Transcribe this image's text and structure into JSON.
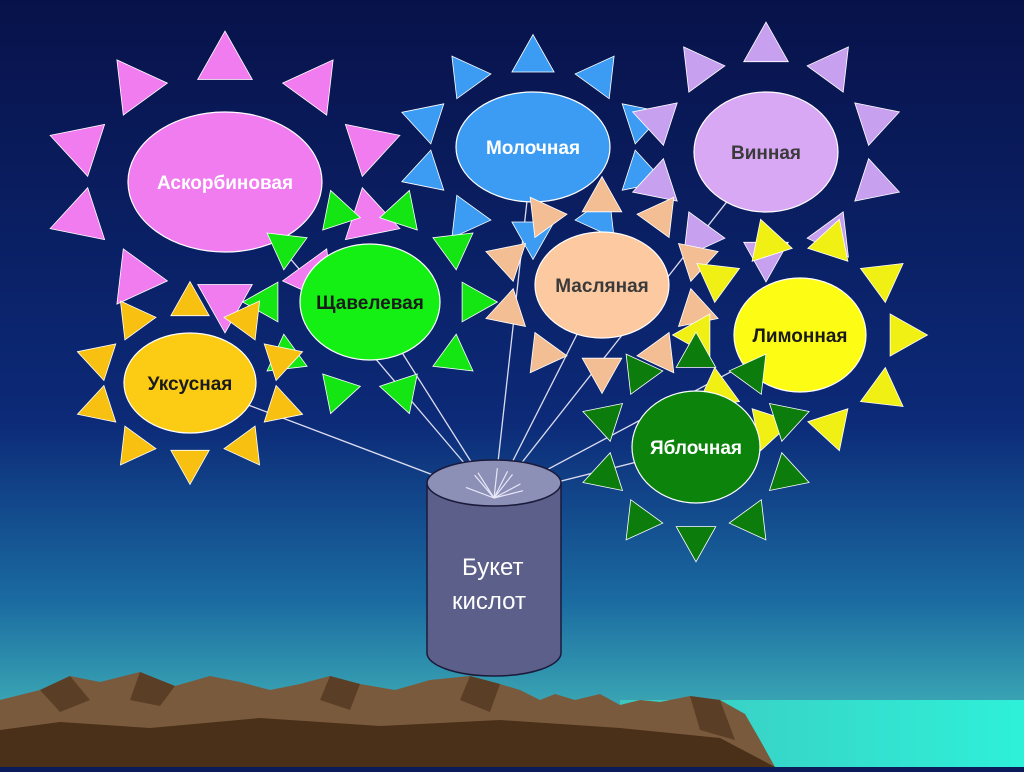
{
  "title": "",
  "vase": {
    "line1": "Букет",
    "line2": "кислот",
    "body_color": "#5c5f8a",
    "top_color": "#8c8fb6"
  },
  "flowers": [
    {
      "id": "ascorbic",
      "label": "Аскорбиновая",
      "color": "#f07cf0",
      "petal_color": "#f07cf0",
      "text_color": "#ffffff"
    },
    {
      "id": "lactic",
      "label": "Молочная",
      "color": "#3c9cf4",
      "petal_color": "#3c9cf4",
      "text_color": "#ffffff"
    },
    {
      "id": "tartaric",
      "label": "Винная",
      "color": "#d8a8f4",
      "petal_color": "#c8a0f0",
      "text_color": "#3a3a3a"
    },
    {
      "id": "oxalic",
      "label": "Щавелевая",
      "color": "#14f014",
      "petal_color": "#14e614",
      "text_color": "#1a1a1a"
    },
    {
      "id": "butyric",
      "label": "Масляная",
      "color": "#fcc9a0",
      "petal_color": "#f4be94",
      "text_color": "#3a3a3a"
    },
    {
      "id": "acetic",
      "label": "Уксусная",
      "color": "#fccc14",
      "petal_color": "#f8c010",
      "text_color": "#1a1a1a"
    },
    {
      "id": "citric",
      "label": "Лимонная",
      "color": "#fcfc14",
      "petal_color": "#f0f014",
      "text_color": "#1a1a1a"
    },
    {
      "id": "malic",
      "label": "Яблочная",
      "color": "#0c840c",
      "petal_color": "#0c7c0c",
      "text_color": "#ffffff"
    }
  ]
}
